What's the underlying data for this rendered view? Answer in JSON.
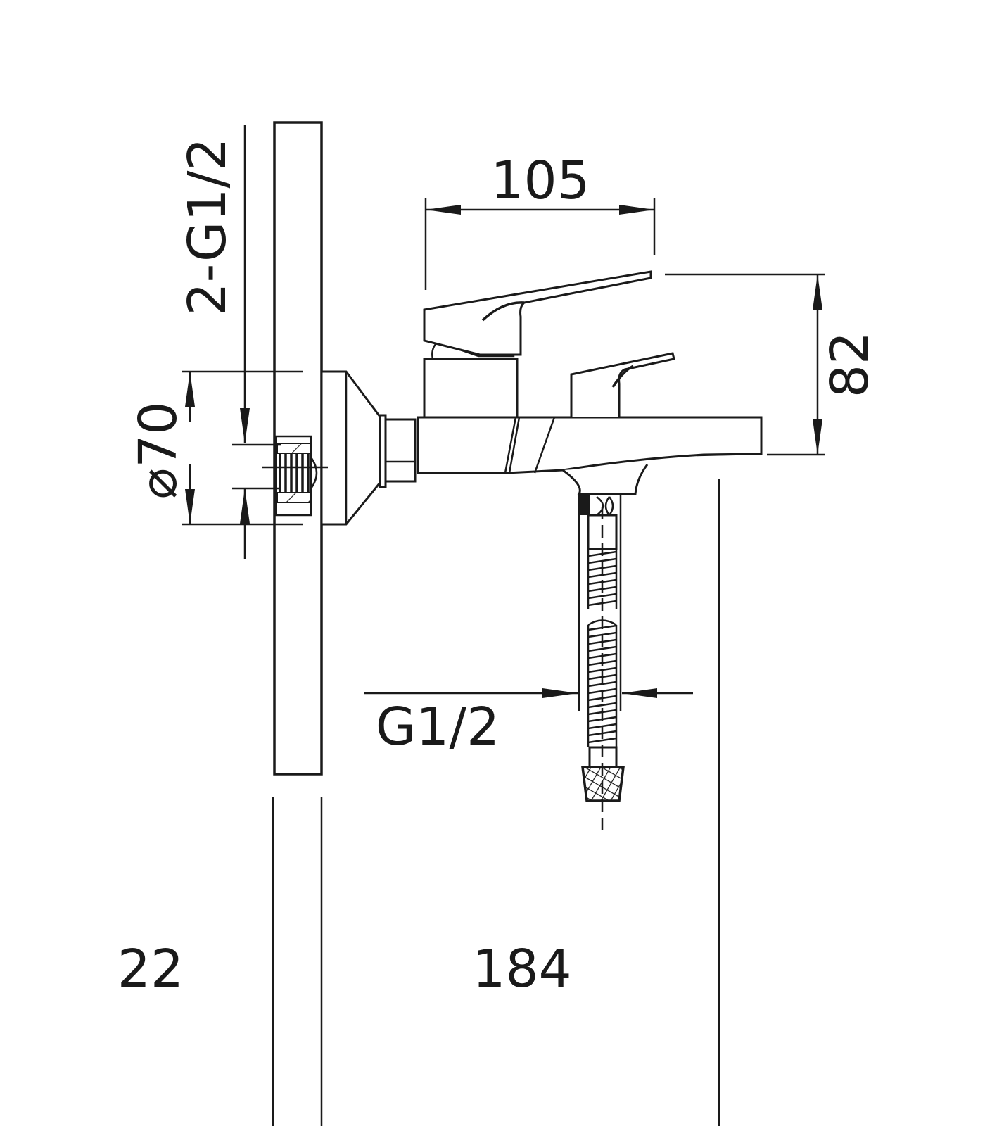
{
  "drawing": {
    "title": "Wall-mounted bath mixer dimension drawing",
    "dimensions": {
      "width_lever": "105",
      "height": "82",
      "projection": "184",
      "wall": "22",
      "escutcheon": "⌀70",
      "inlets": "2-G1/2",
      "hose_outlet": "G1/2"
    },
    "colors": {
      "line": "#1a1a1a",
      "background": "#ffffff"
    }
  }
}
